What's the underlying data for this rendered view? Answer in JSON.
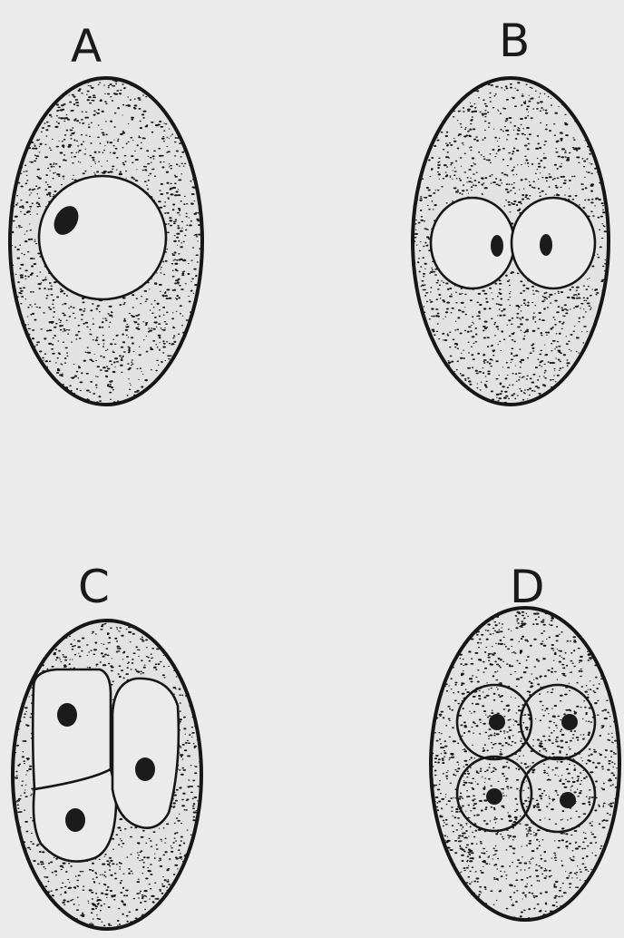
{
  "figure": {
    "colors": {
      "background": "#ebebeb",
      "ink": "#161616",
      "cytoplasm": "#e2e2e2"
    },
    "panels": [
      {
        "id": "A",
        "label": "A",
        "nuclei": 1
      },
      {
        "id": "B",
        "label": "B",
        "nuclei": 2
      },
      {
        "id": "C",
        "label": "C",
        "nuclei": 3
      },
      {
        "id": "D",
        "label": "D",
        "nuclei": 4
      }
    ]
  }
}
